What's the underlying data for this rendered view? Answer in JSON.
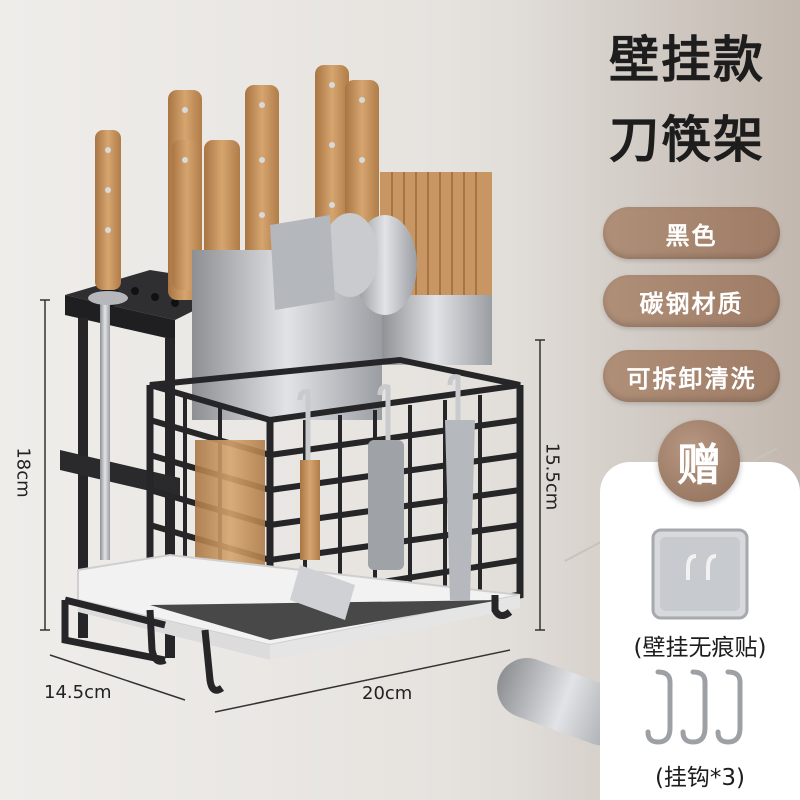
{
  "title_lines": [
    "壁挂款",
    "刀筷架"
  ],
  "feature_tags": [
    "黑色",
    "碳钢材质",
    "可拆卸清洗"
  ],
  "gift": {
    "badge": "赠",
    "items": [
      {
        "label": "(壁挂无痕贴)",
        "icon": "adhesive-patch-icon"
      },
      {
        "label": "(挂钩*3)",
        "icon": "s-hook-icon"
      }
    ]
  },
  "dimensions": {
    "height_left": "18cm",
    "height_right": "15.5cm",
    "depth": "14.5cm",
    "width": "20cm"
  },
  "colors": {
    "tag_brown": "#a6846e",
    "rack_black": "#2a2a2c",
    "wood": "#c79662"
  }
}
